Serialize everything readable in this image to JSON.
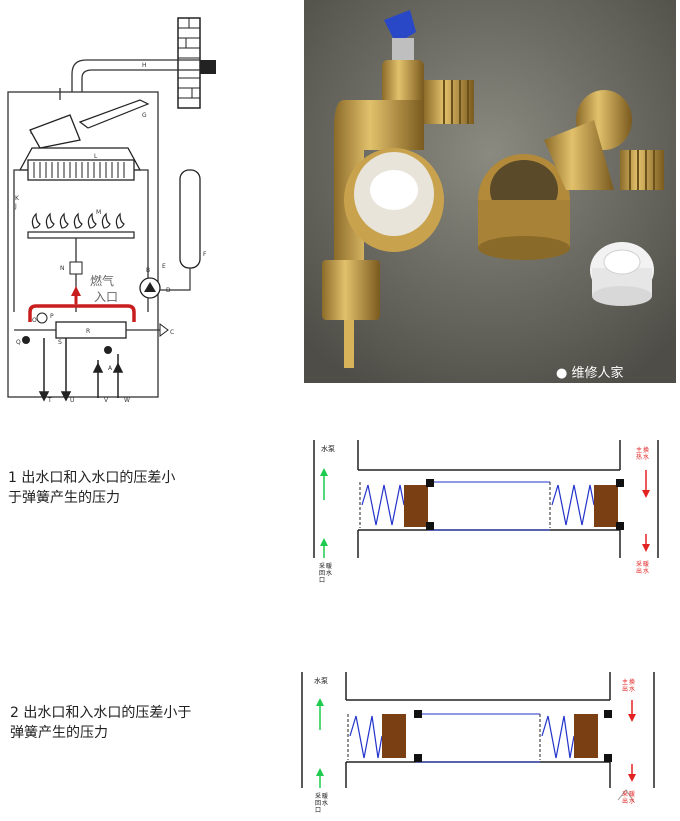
{
  "boiler": {
    "inlet_label_line1": "燃气",
    "inlet_label_line2": "入口",
    "letters": {
      "H": "H",
      "G": "G",
      "I": "I",
      "L": "L",
      "K": "K",
      "J": "J",
      "M": "M",
      "N": "N",
      "E": "E",
      "B": "B",
      "F": "F",
      "D": "D",
      "O": "O",
      "P": "P",
      "Q": "Q",
      "R": "R",
      "S": "S",
      "C": "C",
      "A": "A",
      "T": "T",
      "U": "U",
      "V": "V",
      "W": "W"
    }
  },
  "photo": {
    "watermark": "维修人家"
  },
  "panel1": {
    "caption_line1": "1 出水口和入水口的压差小",
    "caption_line2": "于弹簧产生的压力",
    "pump": "水泵",
    "heat_return": [
      "采",
      "暖",
      "回",
      "水",
      "口"
    ],
    "main_exchanger": [
      "主",
      "换",
      "热",
      "水"
    ],
    "heating_outlet": [
      "采",
      "暖",
      "出",
      "水"
    ]
  },
  "panel2": {
    "caption_line1": "2 出水口和入水口的压差小于",
    "caption_line2": "弹簧产生的压力",
    "pump": "水泵",
    "heat_return": [
      "采",
      "暖",
      "回",
      "水",
      "口"
    ],
    "main_exchanger": [
      "主",
      "换",
      "出",
      "水"
    ],
    "heating_outlet": [
      "采",
      "暖",
      "出",
      "水"
    ]
  },
  "colors": {
    "green": "#1ecb4f",
    "red": "#e32222",
    "blue": "#2233cc",
    "brown": "#7b3f14"
  }
}
